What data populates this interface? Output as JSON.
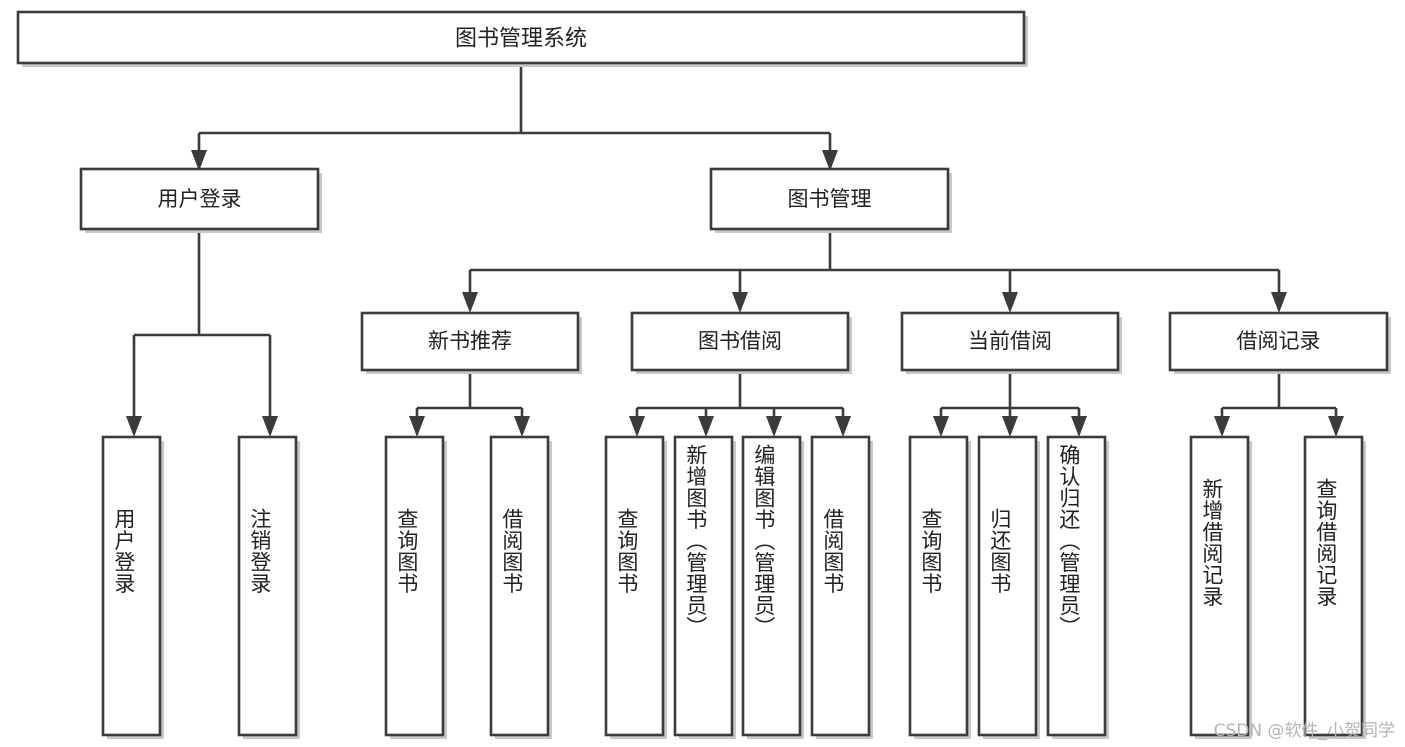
{
  "diagram": {
    "type": "tree-hierarchy",
    "title": "图书管理系统",
    "watermark": "CSDN @软件_小贺同学",
    "colors": {
      "background": "#ffffff",
      "box_fill": "#ffffff",
      "stroke": "#3b3b3b",
      "shadow": "#c9c9c9",
      "text": "#222222",
      "watermark": "#b4b4b4"
    },
    "levels": {
      "root": {
        "label": "图书管理系统"
      },
      "level2": [
        {
          "id": "user-login",
          "label": "用户登录"
        },
        {
          "id": "book-manage",
          "label": "图书管理"
        }
      ],
      "level3": [
        {
          "id": "new-book-rec",
          "label": "新书推荐",
          "parent": "book-manage"
        },
        {
          "id": "book-borrow",
          "label": "图书借阅",
          "parent": "book-manage"
        },
        {
          "id": "current-borrow",
          "label": "当前借阅",
          "parent": "book-manage"
        },
        {
          "id": "borrow-record",
          "label": "借阅记录",
          "parent": "book-manage"
        }
      ],
      "leaves": [
        {
          "id": "leaf-user-login",
          "label": "用户登录",
          "parent": "user-login"
        },
        {
          "id": "leaf-user-logout",
          "label": "注销登录",
          "parent": "user-login"
        },
        {
          "id": "leaf-query-book-1",
          "label": "查询图书",
          "parent": "new-book-rec"
        },
        {
          "id": "leaf-borrow-book-1",
          "label": "借阅图书",
          "parent": "new-book-rec"
        },
        {
          "id": "leaf-query-book-2",
          "label": "查询图书",
          "parent": "book-borrow"
        },
        {
          "id": "leaf-add-book",
          "label": "新增图书（管理员）",
          "parent": "book-borrow"
        },
        {
          "id": "leaf-edit-book",
          "label": "编辑图书（管理员）",
          "parent": "book-borrow"
        },
        {
          "id": "leaf-borrow-book-2",
          "label": "借阅图书",
          "parent": "book-borrow"
        },
        {
          "id": "leaf-query-book-3",
          "label": "查询图书",
          "parent": "current-borrow"
        },
        {
          "id": "leaf-return-book",
          "label": "归还图书",
          "parent": "current-borrow"
        },
        {
          "id": "leaf-confirm-return",
          "label": "确认归还（管理员）",
          "parent": "current-borrow"
        },
        {
          "id": "leaf-add-record",
          "label": "新增借阅记录",
          "parent": "borrow-record"
        },
        {
          "id": "leaf-query-record",
          "label": "查询借阅记录",
          "parent": "borrow-record"
        }
      ]
    }
  }
}
